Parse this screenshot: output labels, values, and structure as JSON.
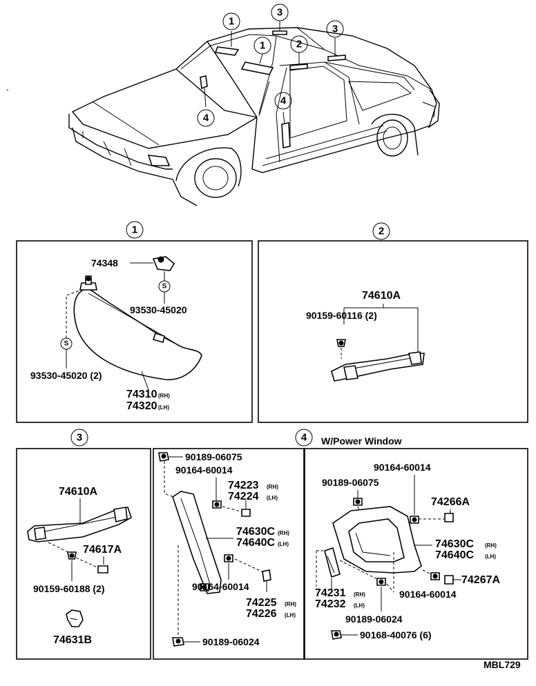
{
  "callouts": {
    "one": "1",
    "two": "2",
    "three": "3",
    "four": "4"
  },
  "variant": "W/Power Window",
  "side_markers": {
    "rh": "(RH)",
    "lh": "(LH)"
  },
  "screw_marker": "S",
  "drawing_code": "MBL729",
  "panel1": {
    "p74348": "74348",
    "p93530_a": "93530-45020",
    "p93530_b": "93530-45020 (2)",
    "p74310": "74310",
    "p74320": "74320"
  },
  "panel2": {
    "p74610A": "74610A",
    "p90159": "90159-60116 (2)"
  },
  "panel3": {
    "p74610A": "74610A",
    "p74617A": "74617A",
    "p90159": "90159-60188 (2)",
    "p74631B": "74631B"
  },
  "panel4a": {
    "p90189_a": "90189-06075",
    "p90164_a": "90164-60014",
    "p74223": "74223",
    "p74224": "74224",
    "p74630C": "74630C",
    "p74640C": "74640C",
    "p90164_b": "90164-60014",
    "p74225": "74225",
    "p74226": "74226",
    "p90189_b": "90189-06024"
  },
  "panel4b": {
    "p90164_a": "90164-60014",
    "p90189_a": "90189-06075",
    "p74266A": "74266A",
    "p74630C": "74630C",
    "p74640C": "74640C",
    "p74267A": "74267A",
    "p74231": "74231",
    "p74232": "74232",
    "p90164_b": "90164-60014",
    "p90189_b": "90189-06024",
    "p90168": "90168-40076 (6)"
  }
}
